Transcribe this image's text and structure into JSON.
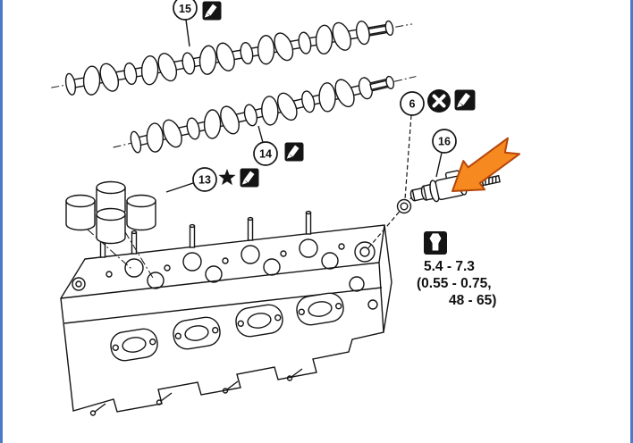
{
  "page": {
    "background": "#ffffff",
    "border_color": "#4a7bc8"
  },
  "callouts": {
    "camshaft_upper": {
      "number": "15"
    },
    "camshaft_lower": {
      "number": "14"
    },
    "lifter": {
      "number": "13"
    },
    "o_ring": {
      "number": "6"
    },
    "sensor": {
      "number": "16"
    }
  },
  "torque_spec": {
    "line1": "5.4 - 7.3",
    "line2": "(0.55 - 0.75,",
    "line3": "48 - 65)"
  },
  "icons": {
    "star": "star-symbol",
    "sealant": "apply-sealant-symbol",
    "do_not_reuse": "do-not-reuse-symbol",
    "torque": "torque-bolt-symbol"
  },
  "highlight": {
    "arrow_color": "#f6891f",
    "arrow_outline": "#b5470b"
  }
}
